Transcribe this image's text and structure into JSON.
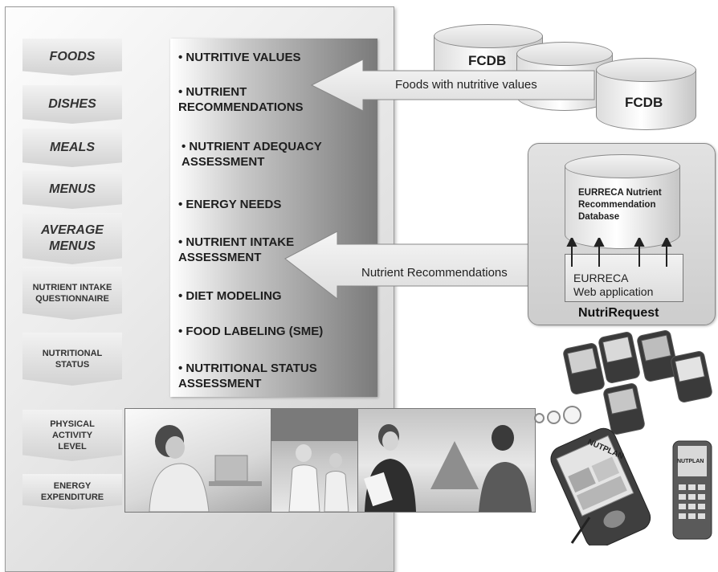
{
  "left_tabs": [
    {
      "label": "FOODS"
    },
    {
      "label": "DISHES"
    },
    {
      "label": "MEALS"
    },
    {
      "label": "MENUS"
    },
    {
      "label": "AVERAGE MENUS"
    },
    {
      "label": "NUTRIENT INTAKE QUESTIONNAIRE"
    },
    {
      "label": "NUTRITIONAL STATUS"
    },
    {
      "label": "PHYSICAL ACTIVITY LEVEL"
    },
    {
      "label": "ENERGY EXPENDITURE"
    }
  ],
  "features": [
    "• NUTRITIVE VALUES",
    "• NUTRIENT RECOMMENDATIONS",
    "• NUTRIENT ADEQUACY ASSESSMENT",
    "• ENERGY NEEDS",
    "• NUTRIENT INTAKE ASSESSMENT",
    "• DIET MODELING",
    "• FOOD LABELING (SME)",
    "• NUTRITIONAL STATUS ASSESSMENT"
  ],
  "fcdb": {
    "label_1": "FCDB",
    "label_2": "FCDB"
  },
  "arrows": {
    "foods_arrow": "Foods with nutritive values",
    "recommendations_arrow": "Nutrient Recommendations"
  },
  "nutrirequest": {
    "database_label": "EURRECA Nutrient Recommendation Database",
    "webapp_line1": "EURRECA",
    "webapp_line2": "Web application",
    "title": "NutriRequest"
  },
  "devices": {
    "phone_label": "NUTPLAN",
    "small_phone_label": "NUTPLAN"
  },
  "colors": {
    "panel_dark": "#7a7a7a",
    "panel_light": "#ffffff",
    "text": "#1e1e1e"
  }
}
